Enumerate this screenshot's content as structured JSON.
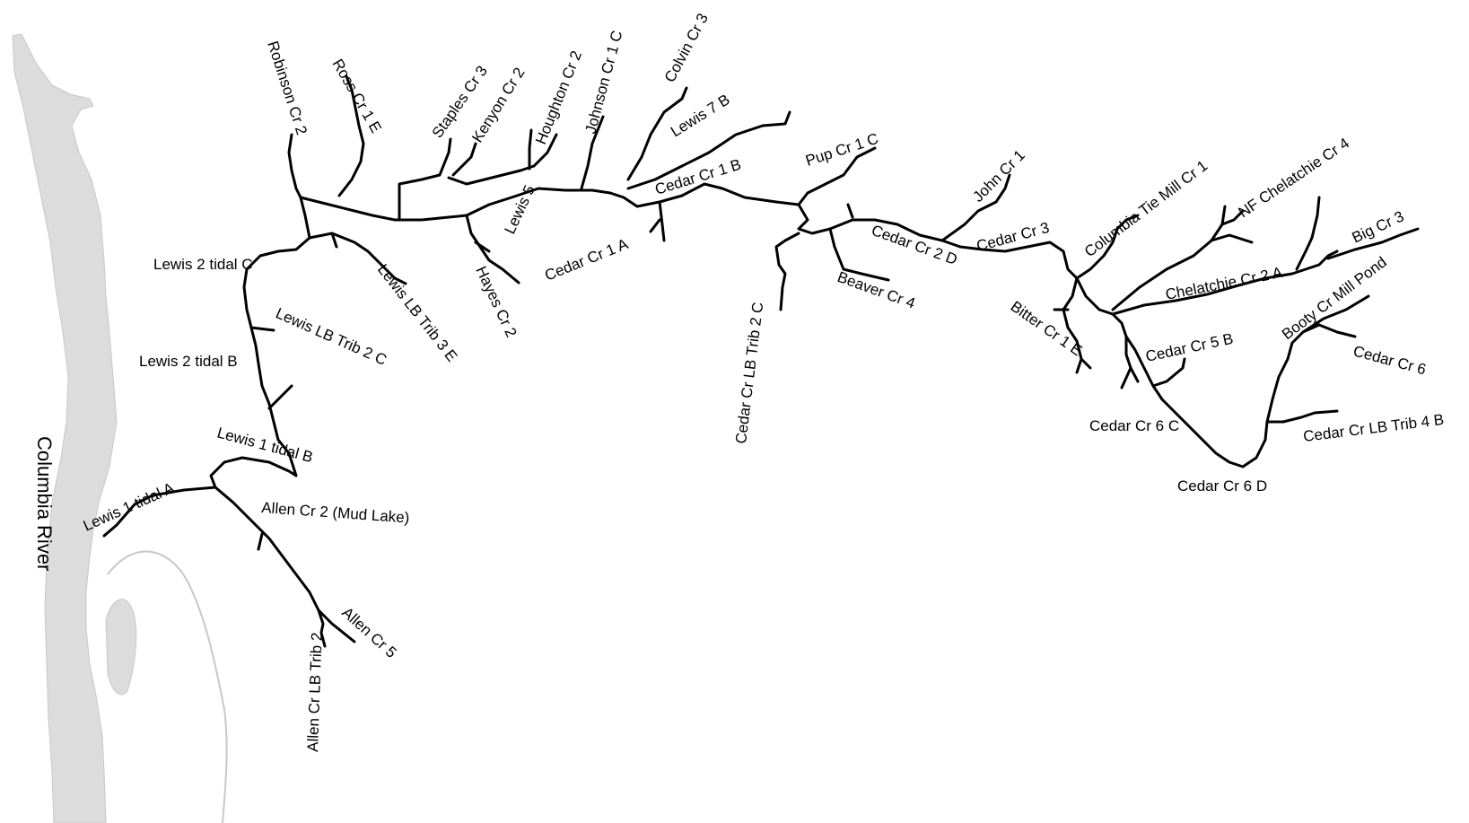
{
  "colors": {
    "river_fill": "#dcdcdc",
    "river_outline": "#c8c8c8",
    "stream": "#000000",
    "label": "#000000"
  },
  "river_label": "Columbia River",
  "labels": {
    "robinson_cr_2": "Robinson Cr 2",
    "ross_cr_1e": "Ross Cr 1 E",
    "staples_cr_3": "Staples Cr 3",
    "kenyon_cr_2": "Kenyon Cr 2",
    "houghton_cr_2": "Houghton Cr 2",
    "johnson_cr_1c": "Johnson Cr 1 C",
    "colvin_cr_3": "Colvin Cr 3",
    "lewis_7b": "Lewis 7 B",
    "cedar_cr_1b": "Cedar Cr 1 B",
    "pup_cr_1c": "Pup Cr 1 C",
    "lewis_5": "Lewis 5",
    "cedar_cr_1a": "Cedar Cr 1 A",
    "hayes_cr_2": "Hayes Cr 2",
    "lewis_lb_trib_3e": "Lewis LB Trib 3 E",
    "lewis_2_tidal_c": "Lewis 2 tidal C",
    "lewis_lb_trib_2c": "Lewis LB Trib 2 C",
    "lewis_2_tidal_b": "Lewis 2 tidal B",
    "lewis_1_tidal_b": "Lewis 1 tidal B",
    "lewis_1_tidal_a": "Lewis 1 tidal A",
    "allen_cr_2": "Allen Cr 2 (Mud Lake)",
    "allen_cr_5": "Allen Cr 5",
    "allen_cr_lb_trib_2": "Allen Cr LB Trib 2",
    "cedar_cr_lb_trib_2c": "Cedar Cr LB Trib 2 C",
    "beaver_cr_4": "Beaver Cr 4",
    "cedar_cr_2d": "Cedar Cr 2 D",
    "john_cr_1": "John Cr 1",
    "cedar_cr_3": "Cedar Cr 3",
    "columbia_tie_mill_cr_1": "Columbia Tie Mill Cr 1",
    "nf_chelatchie_cr_4": "NF Chelatchie Cr 4",
    "chelatchie_cr_2a": "Chelatchie Cr 2 A",
    "big_cr_3": "Big Cr 3",
    "bitter_cr_1e": "Bitter Cr 1 E",
    "cedar_cr_5b": "Cedar Cr 5 B",
    "booty_cr_mill_pond": "Booty Cr Mill Pond",
    "cedar_cr_6": "Cedar Cr 6",
    "cedar_cr_6c": "Cedar Cr 6 C",
    "cedar_cr_lb_trib_4b": "Cedar Cr LB Trib 4 B",
    "cedar_cr_6d": "Cedar Cr 6 D"
  }
}
